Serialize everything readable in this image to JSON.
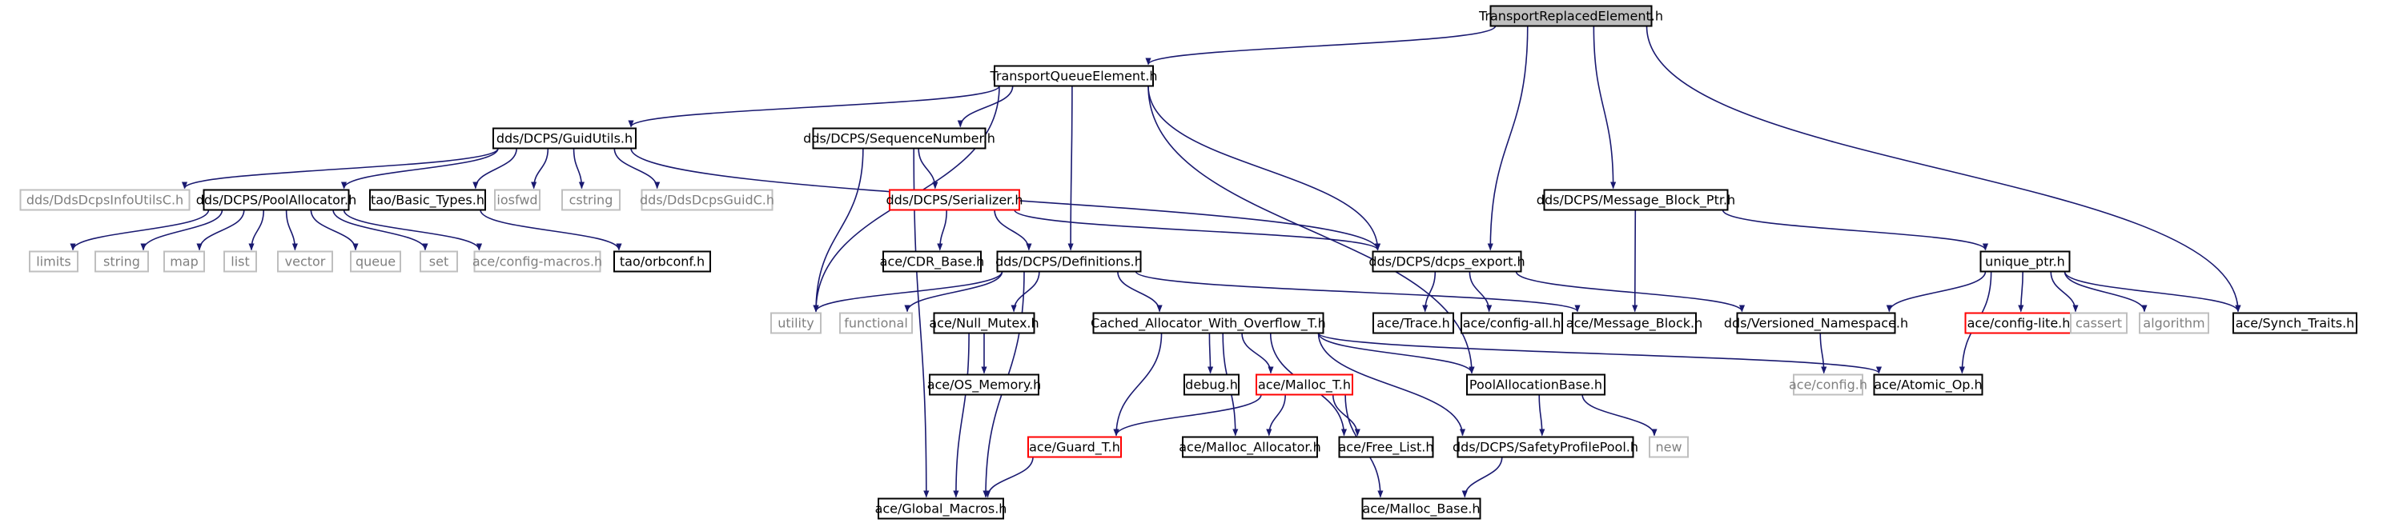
{
  "colors": {
    "edge": "#191970",
    "node_fill": "#ffffff",
    "root_fill": "#bfbfbf",
    "node_border": "#000000",
    "missing_border": "#bfbfbf",
    "missing_text": "#7f7f7f",
    "incomplete_border": "#ff0000"
  },
  "nodes": [
    {
      "id": "n0",
      "label": "TransportReplacedElement.h",
      "style": "root"
    },
    {
      "id": "n1",
      "label": "TransportQueueElement.h",
      "style": "normal"
    },
    {
      "id": "n2",
      "label": "dds/DCPS/GuidUtils.h",
      "style": "normal"
    },
    {
      "id": "n3",
      "label": "dds/DCPS/SequenceNumber.h",
      "style": "normal"
    },
    {
      "id": "n4",
      "label": "dds/DCPS/Message_Block_Ptr.h",
      "style": "normal"
    },
    {
      "id": "n5",
      "label": "dds/DdsDcpsInfoUtilsC.h",
      "style": "missing"
    },
    {
      "id": "n6",
      "label": "dds/DCPS/PoolAllocator.h",
      "style": "normal"
    },
    {
      "id": "n7",
      "label": "tao/Basic_Types.h",
      "style": "normal"
    },
    {
      "id": "n8",
      "label": "iosfwd",
      "style": "missing"
    },
    {
      "id": "n9",
      "label": "cstring",
      "style": "missing"
    },
    {
      "id": "n10",
      "label": "dds/DdsDcpsGuidC.h",
      "style": "missing"
    },
    {
      "id": "n11",
      "label": "dds/DCPS/Serializer.h",
      "style": "incomplete"
    },
    {
      "id": "n12",
      "label": "limits",
      "style": "missing"
    },
    {
      "id": "n13",
      "label": "string",
      "style": "missing"
    },
    {
      "id": "n14",
      "label": "map",
      "style": "missing"
    },
    {
      "id": "n15",
      "label": "list",
      "style": "missing"
    },
    {
      "id": "n16",
      "label": "vector",
      "style": "missing"
    },
    {
      "id": "n17",
      "label": "queue",
      "style": "missing"
    },
    {
      "id": "n18",
      "label": "set",
      "style": "missing"
    },
    {
      "id": "n19",
      "label": "ace/config-macros.h",
      "style": "missing"
    },
    {
      "id": "n20",
      "label": "tao/orbconf.h",
      "style": "normal"
    },
    {
      "id": "n21",
      "label": "ace/CDR_Base.h",
      "style": "normal"
    },
    {
      "id": "n22",
      "label": "dds/DCPS/Definitions.h",
      "style": "normal"
    },
    {
      "id": "n23",
      "label": "dds/DCPS/dcps_export.h",
      "style": "normal"
    },
    {
      "id": "n24",
      "label": "unique_ptr.h",
      "style": "normal"
    },
    {
      "id": "n25",
      "label": "utility",
      "style": "missing"
    },
    {
      "id": "n26",
      "label": "functional",
      "style": "missing"
    },
    {
      "id": "n27",
      "label": "ace/Null_Mutex.h",
      "style": "normal"
    },
    {
      "id": "n28",
      "label": "Cached_Allocator_With_Overflow_T.h",
      "style": "normal"
    },
    {
      "id": "n29",
      "label": "ace/Trace.h",
      "style": "normal"
    },
    {
      "id": "n30",
      "label": "ace/config-all.h",
      "style": "normal"
    },
    {
      "id": "n31",
      "label": "ace/Message_Block.h",
      "style": "normal"
    },
    {
      "id": "n32",
      "label": "dds/Versioned_Namespace.h",
      "style": "normal"
    },
    {
      "id": "n33",
      "label": "ace/config-lite.h",
      "style": "incomplete"
    },
    {
      "id": "n34",
      "label": "cassert",
      "style": "missing"
    },
    {
      "id": "n35",
      "label": "algorithm",
      "style": "missing"
    },
    {
      "id": "n36",
      "label": "ace/Synch_Traits.h",
      "style": "normal"
    },
    {
      "id": "n37",
      "label": "ace/OS_Memory.h",
      "style": "normal"
    },
    {
      "id": "n38",
      "label": "debug.h",
      "style": "normal"
    },
    {
      "id": "n39",
      "label": "ace/Malloc_T.h",
      "style": "incomplete"
    },
    {
      "id": "n40",
      "label": "PoolAllocationBase.h",
      "style": "normal"
    },
    {
      "id": "n41",
      "label": "ace/config.h",
      "style": "missing"
    },
    {
      "id": "n42",
      "label": "ace/Atomic_Op.h",
      "style": "normal"
    },
    {
      "id": "n43",
      "label": "ace/Guard_T.h",
      "style": "incomplete"
    },
    {
      "id": "n44",
      "label": "ace/Malloc_Allocator.h",
      "style": "normal"
    },
    {
      "id": "n45",
      "label": "ace/Free_List.h",
      "style": "normal"
    },
    {
      "id": "n46",
      "label": "dds/DCPS/SafetyProfilePool.h",
      "style": "normal"
    },
    {
      "id": "n47",
      "label": "new",
      "style": "missing"
    },
    {
      "id": "n48",
      "label": "ace/Global_Macros.h",
      "style": "normal"
    },
    {
      "id": "n49",
      "label": "ace/Malloc_Base.h",
      "style": "normal"
    }
  ],
  "edges": [
    [
      "n0",
      "n1"
    ],
    [
      "n0",
      "n23"
    ],
    [
      "n0",
      "n4"
    ],
    [
      "n0",
      "n36"
    ],
    [
      "n1",
      "n2"
    ],
    [
      "n1",
      "n3"
    ],
    [
      "n1",
      "n22"
    ],
    [
      "n1",
      "n23"
    ],
    [
      "n1",
      "n25"
    ],
    [
      "n1",
      "n40"
    ],
    [
      "n2",
      "n5"
    ],
    [
      "n2",
      "n6"
    ],
    [
      "n2",
      "n7"
    ],
    [
      "n2",
      "n8"
    ],
    [
      "n2",
      "n9"
    ],
    [
      "n2",
      "n10"
    ],
    [
      "n2",
      "n23"
    ],
    [
      "n3",
      "n11"
    ],
    [
      "n3",
      "n25"
    ],
    [
      "n3",
      "n48"
    ],
    [
      "n6",
      "n12"
    ],
    [
      "n6",
      "n13"
    ],
    [
      "n6",
      "n14"
    ],
    [
      "n6",
      "n15"
    ],
    [
      "n6",
      "n16"
    ],
    [
      "n6",
      "n17"
    ],
    [
      "n6",
      "n18"
    ],
    [
      "n6",
      "n19"
    ],
    [
      "n7",
      "n20"
    ],
    [
      "n11",
      "n21"
    ],
    [
      "n11",
      "n22"
    ],
    [
      "n11",
      "n23"
    ],
    [
      "n22",
      "n25"
    ],
    [
      "n22",
      "n26"
    ],
    [
      "n22",
      "n27"
    ],
    [
      "n22",
      "n28"
    ],
    [
      "n22",
      "n31"
    ],
    [
      "n22",
      "n48"
    ],
    [
      "n23",
      "n29"
    ],
    [
      "n23",
      "n30"
    ],
    [
      "n23",
      "n32"
    ],
    [
      "n4",
      "n31"
    ],
    [
      "n4",
      "n24"
    ],
    [
      "n24",
      "n32"
    ],
    [
      "n24",
      "n33"
    ],
    [
      "n24",
      "n34"
    ],
    [
      "n24",
      "n35"
    ],
    [
      "n24",
      "n36"
    ],
    [
      "n24",
      "n42"
    ],
    [
      "n27",
      "n37"
    ],
    [
      "n27",
      "n48"
    ],
    [
      "n28",
      "n38"
    ],
    [
      "n28",
      "n39"
    ],
    [
      "n28",
      "n40"
    ],
    [
      "n28",
      "n42"
    ],
    [
      "n28",
      "n43"
    ],
    [
      "n28",
      "n44"
    ],
    [
      "n28",
      "n45"
    ],
    [
      "n28",
      "n46"
    ],
    [
      "n32",
      "n41"
    ],
    [
      "n39",
      "n43"
    ],
    [
      "n39",
      "n44"
    ],
    [
      "n39",
      "n45"
    ],
    [
      "n39",
      "n49"
    ],
    [
      "n40",
      "n46"
    ],
    [
      "n40",
      "n47"
    ],
    [
      "n43",
      "n48"
    ],
    [
      "n46",
      "n49"
    ]
  ]
}
